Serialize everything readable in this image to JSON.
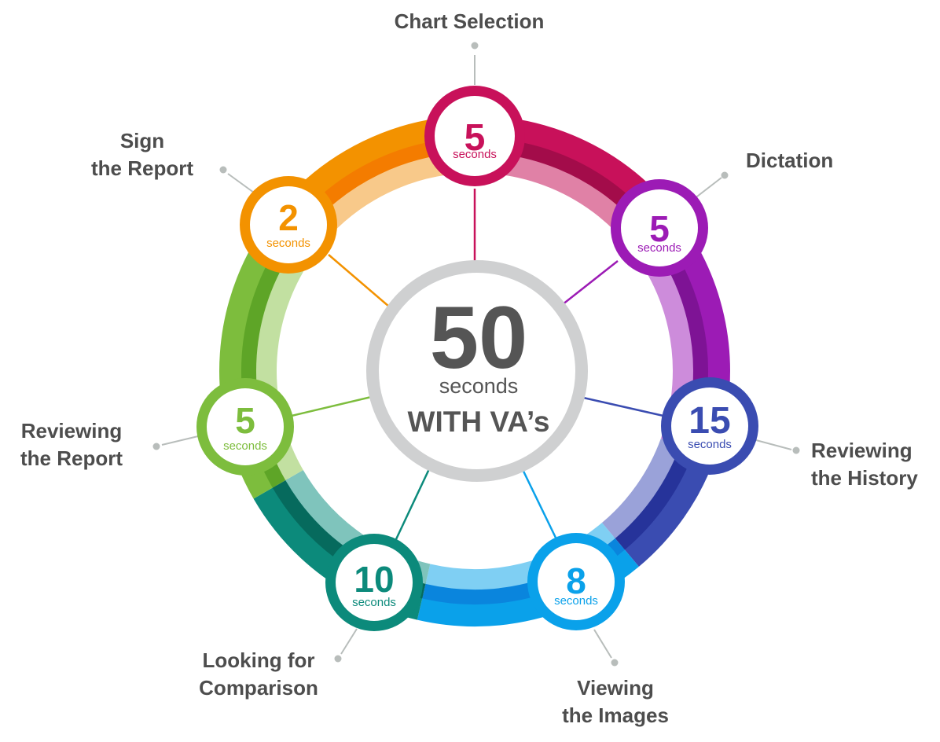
{
  "center": {
    "total": "50",
    "unit": "seconds",
    "caption": "WITH VA’s"
  },
  "steps": [
    {
      "value": "5",
      "unit": "seconds",
      "label_lines": [
        "Chart Selection"
      ],
      "color": "#c8115a",
      "dark": "#a30c4a",
      "light": "#e081a6"
    },
    {
      "value": "5",
      "unit": "seconds",
      "label_lines": [
        "Dictation"
      ],
      "color": "#9c1bb5",
      "dark": "#7e1395",
      "light": "#cd8cdb"
    },
    {
      "value": "15",
      "unit": "seconds",
      "label_lines": [
        "Reviewing",
        "the History"
      ],
      "color": "#3a4cb1",
      "dark": "#26339a",
      "light": "#9aa2d9"
    },
    {
      "value": "8",
      "unit": "seconds",
      "label_lines": [
        "Viewing",
        "the Images"
      ],
      "color": "#0aa1ea",
      "dark": "#0a85dd",
      "light": "#7fcff3"
    },
    {
      "value": "10",
      "unit": "seconds",
      "label_lines": [
        "Looking for",
        "Comparison"
      ],
      "color": "#0c8a7b",
      "dark": "#066a5d",
      "light": "#7fc4bc"
    },
    {
      "value": "5",
      "unit": "seconds",
      "label_lines": [
        "Reviewing",
        "the Report"
      ],
      "color": "#7dbd3d",
      "dark": "#5ea527",
      "light": "#c2e0a1"
    },
    {
      "value": "2",
      "unit": "seconds",
      "label_lines": [
        "Sign",
        "the Report"
      ],
      "color": "#f39200",
      "dark": "#f47c00",
      "light": "#f8c98a"
    }
  ],
  "colors": {
    "text": "#4d4d4d",
    "center_ring": "#cfd0d1",
    "connector_gray": "#b8bdbb"
  }
}
